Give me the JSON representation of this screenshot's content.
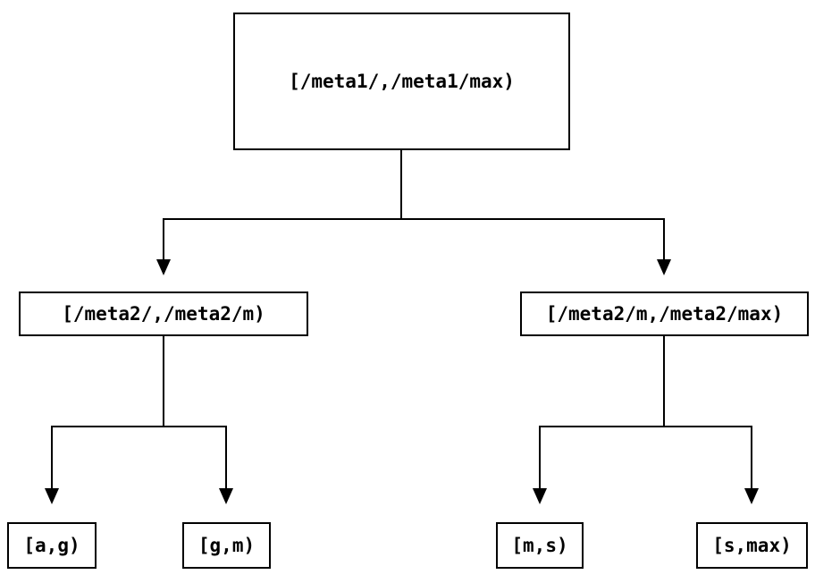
{
  "tree": {
    "root": {
      "label": "[/meta1/,/meta1/max)",
      "children": [
        {
          "label": "[/meta2/,/meta2/m)",
          "children": [
            {
              "label": "[a,g)"
            },
            {
              "label": "[g,m)"
            }
          ]
        },
        {
          "label": "[/meta2/m,/meta2/max)",
          "children": [
            {
              "label": "[m,s)"
            },
            {
              "label": "[s,max)"
            }
          ]
        }
      ]
    }
  },
  "colors": {
    "line": "#000000",
    "text": "#000000",
    "background": "#ffffff"
  }
}
